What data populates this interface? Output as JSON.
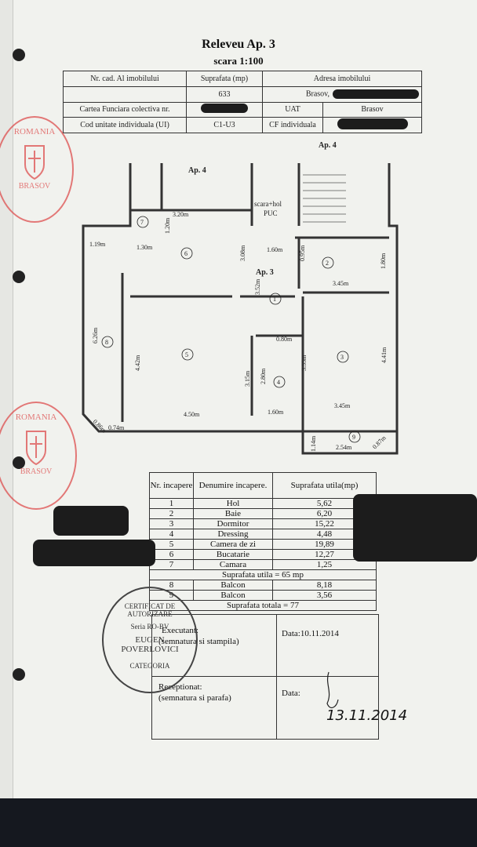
{
  "document": {
    "title": "Releveu Ap. 3",
    "scale": "scara 1:100"
  },
  "header_table": {
    "row1": [
      "Nr. cad. Al imobilului",
      "Suprafata (mp)",
      "Adresa imobilului"
    ],
    "row2": [
      "633",
      "Brasov,"
    ],
    "row3": [
      "Cartea Funciara colectiva nr.",
      "UAT",
      "Brasov"
    ],
    "row4": [
      "Cod unitate individuala (UI)",
      "C1-U3",
      "CF individuala"
    ]
  },
  "plan": {
    "label_ap4_left": "Ap. 4",
    "label_ap4_right": "Ap. 4",
    "label_ap3": "Ap. 3",
    "stair_label": "scara+hol",
    "stair_label2": "PUC",
    "dims": {
      "d320": "3.20m",
      "d120": "1.20m",
      "d119": "1.19m",
      "d130": "1.30m",
      "d308": "3.08m",
      "d160a": "1.60m",
      "d095": "0.95m",
      "d180": "1.80m",
      "d352": "3.52m",
      "d345a": "3.45m",
      "d626": "6.26m",
      "d442": "4.42m",
      "d080": "0.80m",
      "d355": "3.55m",
      "d441": "4.41m",
      "d315": "3.15m",
      "d280": "2.80m",
      "d450": "4.50m",
      "d160b": "1.60m",
      "d345b": "3.45m",
      "d086": "0.86m",
      "d074": "0.74m",
      "d114": "1.14m",
      "d254": "2.54m",
      "d087": "0.87m"
    },
    "rooms": [
      "1",
      "2",
      "3",
      "4",
      "5",
      "6",
      "7",
      "8",
      "9"
    ]
  },
  "rooms_table": {
    "head_nr": "Nr. incapere",
    "head_name": "Denumire incapere.",
    "head_area": "Suprafata utila(mp)",
    "rows": [
      {
        "nr": "1",
        "name": "Hol",
        "area": "5,62"
      },
      {
        "nr": "2",
        "name": "Baie",
        "area": "6,20"
      },
      {
        "nr": "3",
        "name": "Dormitor",
        "area": "15,22"
      },
      {
        "nr": "4",
        "name": "Dressing",
        "area": "4,48"
      },
      {
        "nr": "5",
        "name": "Camera de zi",
        "area": "19,89"
      },
      {
        "nr": "6",
        "name": "Bucatarie",
        "area": "12,27"
      },
      {
        "nr": "7",
        "name": "Camara",
        "area": "1,25"
      }
    ],
    "useful_total": "Suprafata utila = 65 mp",
    "balconies": [
      {
        "nr": "8",
        "name": "Balcon",
        "area": "8,18"
      },
      {
        "nr": "9",
        "name": "Balcon",
        "area": "3,56"
      }
    ],
    "total": "Suprafata totala = 77"
  },
  "signatures": {
    "executant": "Executant:",
    "executant_sub": "(semnatura si stampila)",
    "date_exec": "Data:10.11.2014",
    "receptionat": "Receptionat:",
    "receptionat_sub": "(semnatura si parafa)",
    "date_rec": "Data:",
    "handwritten_date": "13.11.2014"
  },
  "stamps": {
    "red1": "ROMANIA",
    "red1_sub": "BRASOV",
    "red2": "ROMANIA",
    "red2_sub": "BRASOV",
    "black_title": "CERTIFICAT DE AUTORIZARE",
    "black_series": "Seria RO-BV",
    "black_name1": "EUGEN",
    "black_name2": "POVERLOVICI",
    "black_cat": "CATEGORIA"
  }
}
